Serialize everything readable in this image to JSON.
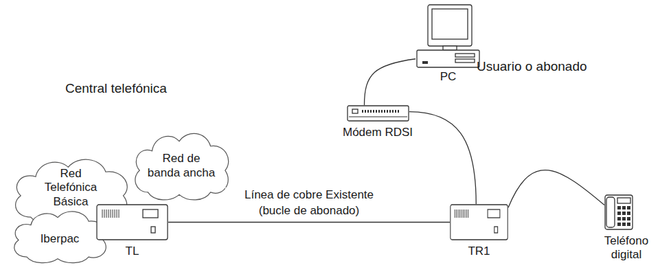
{
  "diagram": {
    "nodes": [
      {
        "text": [
          "Red Telefónica Básica"
        ]
      },
      {
        "text": [
          "Red de banda ancha"
        ]
      },
      {
        "text": [
          "Iberpac"
        ]
      },
      {
        "text": [
          "TL"
        ]
      },
      {
        "text": [
          "TR1"
        ]
      },
      {
        "text": [
          "Módem RDSI"
        ]
      },
      {
        "text": [
          "PC"
        ]
      },
      {
        "text": [
          "Teléfono digital"
        ]
      }
    ],
    "edges": [
      {
        "from": 3,
        "to": 4,
        "arrow": "none",
        "label": "Línea de cobre Existente (bucle de abonado)"
      },
      {
        "from": 6,
        "to": 5,
        "arrow": "none"
      },
      {
        "from": 5,
        "to": 4,
        "arrow": "none"
      },
      {
        "from": 4,
        "to": 7,
        "arrow": "none"
      }
    ],
    "labels": [
      "Central telefónica",
      "Usuario o abonado"
    ]
  }
}
